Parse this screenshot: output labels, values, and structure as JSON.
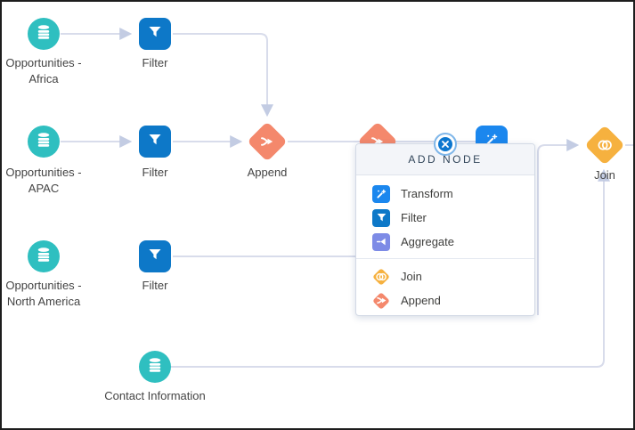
{
  "canvas": {
    "nodes": {
      "africa": {
        "label": "Opportunities - Africa"
      },
      "africa_filter": {
        "label": "Filter"
      },
      "apac": {
        "label": "Opportunities - APAC"
      },
      "apac_filter": {
        "label": "Filter"
      },
      "append": {
        "label": "Append"
      },
      "north_america": {
        "label": "Opportunities - North America"
      },
      "na_filter": {
        "label": "Filter"
      },
      "contact": {
        "label": "Contact Information"
      },
      "join": {
        "label": "Join"
      }
    }
  },
  "popup": {
    "title": "ADD NODE",
    "sections": [
      {
        "items": [
          {
            "label": "Transform"
          },
          {
            "label": "Filter"
          },
          {
            "label": "Aggregate"
          }
        ]
      },
      {
        "items": [
          {
            "label": "Join"
          },
          {
            "label": "Append"
          }
        ]
      }
    ]
  },
  "icons": {
    "dataset": "database-icon",
    "filter": "funnel-icon",
    "append": "merge-arrows-icon",
    "join": "venn-circles-icon",
    "transform": "magic-wand-icon",
    "aggregate": "funnel-left-icon",
    "close": "x-circle-icon"
  },
  "colors": {
    "dataset_teal": "#2fbfc0",
    "filter_blue": "#0d78c8",
    "append_orange": "#f4886c",
    "join_amber": "#f6b13f",
    "transform_blue": "#1b87ee",
    "aggregate_periwinkle": "#7d8be6",
    "edge_gray": "#d8dceb",
    "arrow_gray": "#c3cce3",
    "close_blue": "#0c77cf"
  }
}
